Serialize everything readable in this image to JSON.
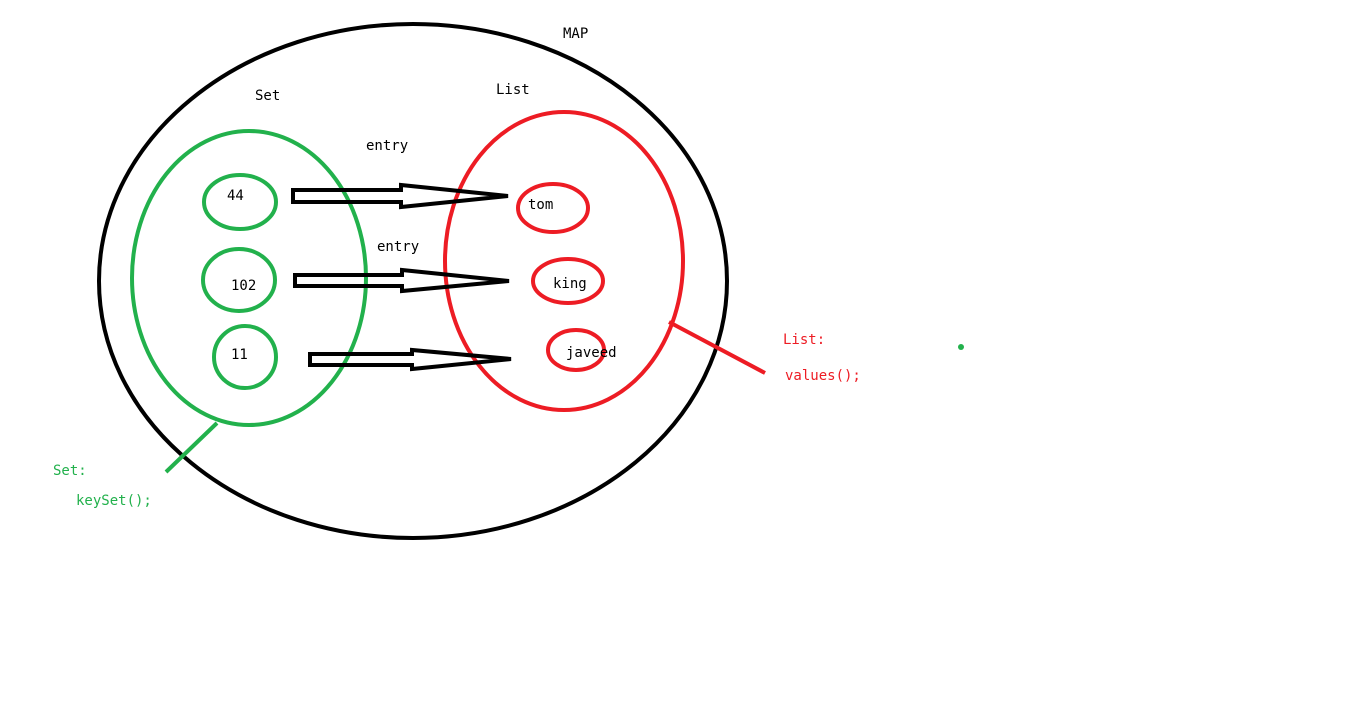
{
  "labels": {
    "map": "MAP",
    "set": "Set",
    "list": "List",
    "entry_top": "entry",
    "entry_mid": "entry"
  },
  "keys": [
    "44",
    "102",
    "11"
  ],
  "values": [
    "tom",
    "king",
    "javeed"
  ],
  "annotations": {
    "set_title": "Set:",
    "set_method": "keySet();",
    "list_title": "List:",
    "list_method": "values();"
  },
  "colors": {
    "map": "#000000",
    "set": "#22b14c",
    "list": "#ed1c24",
    "arrow": "#000000",
    "background": "#ffffff"
  }
}
